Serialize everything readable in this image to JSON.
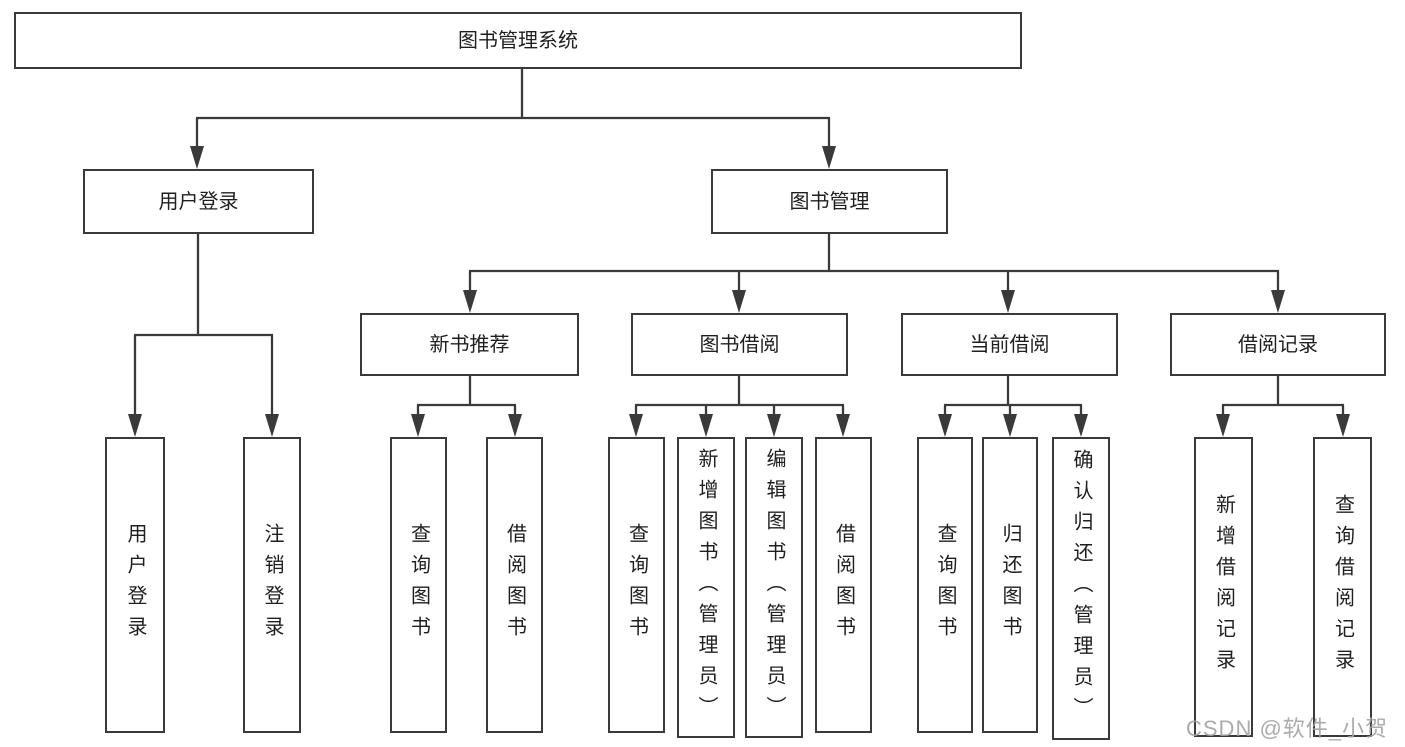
{
  "diagram": {
    "title_node": "图书管理系统",
    "root": {
      "label": "图书管理系统"
    },
    "branches": [
      {
        "label": "用户登录",
        "children": [
          {
            "label": "用户登录"
          },
          {
            "label": "注销登录"
          }
        ]
      },
      {
        "label": "图书管理",
        "children": [
          {
            "label": "新书推荐",
            "children": [
              {
                "label": "查询图书"
              },
              {
                "label": "借阅图书"
              }
            ]
          },
          {
            "label": "图书借阅",
            "children": [
              {
                "label": "查询图书"
              },
              {
                "label": "新增图书（管理员）"
              },
              {
                "label": "编辑图书（管理员）"
              },
              {
                "label": "借阅图书"
              }
            ]
          },
          {
            "label": "当前借阅",
            "children": [
              {
                "label": "查询图书"
              },
              {
                "label": "归还图书"
              },
              {
                "label": "确认归还（管理员）"
              }
            ]
          },
          {
            "label": "借阅记录",
            "children": [
              {
                "label": "新增借阅记录"
              },
              {
                "label": "查询借阅记录"
              }
            ]
          }
        ]
      }
    ]
  },
  "watermark": {
    "text": "CSDN @软件_小贺同学"
  },
  "colors": {
    "line": "#3a3a3a",
    "text": "#1f1f1f",
    "watermark": "#a3a3a3",
    "background": "#ffffff"
  }
}
